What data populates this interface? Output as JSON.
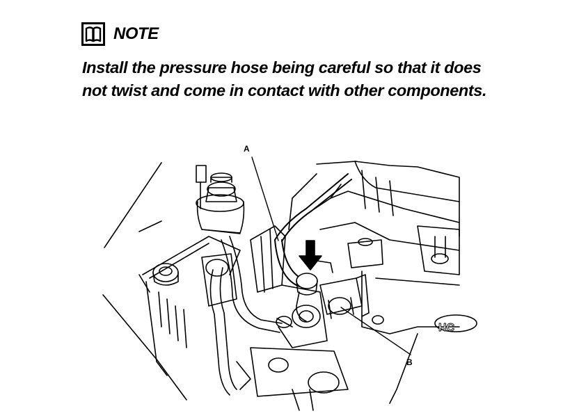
{
  "note": {
    "title": "NOTE",
    "icon": "book-icon",
    "lines": [
      "Install the pressure hose being careful so that it does",
      "not twist and come in contact with other components."
    ]
  },
  "diagram": {
    "callouts": {
      "a": "A",
      "b": "B"
    },
    "engine_badge": "HC"
  }
}
